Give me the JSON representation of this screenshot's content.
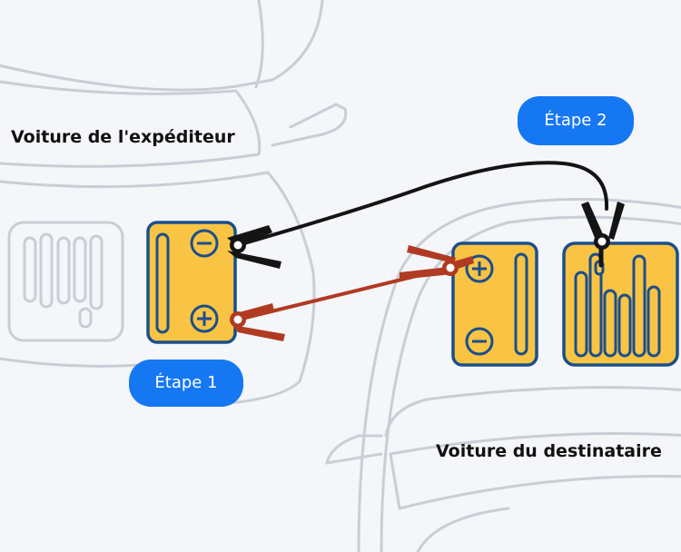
{
  "labels": {
    "sender_car": "Voiture de l'expéditeur",
    "receiver_car": "Voiture du destinataire"
  },
  "steps": {
    "step1": "Étape 1",
    "step2": "Étape 2"
  },
  "colors": {
    "battery_fill": "#f9c443",
    "battery_stroke": "#1a4f8c",
    "positive_cable": "#b03a22",
    "negative_cable": "#141414",
    "step_badge": "#1677f2",
    "car_outline": "#c9ced6"
  },
  "icons": [
    "plus-terminal-icon",
    "minus-terminal-icon",
    "clamp-icon"
  ]
}
